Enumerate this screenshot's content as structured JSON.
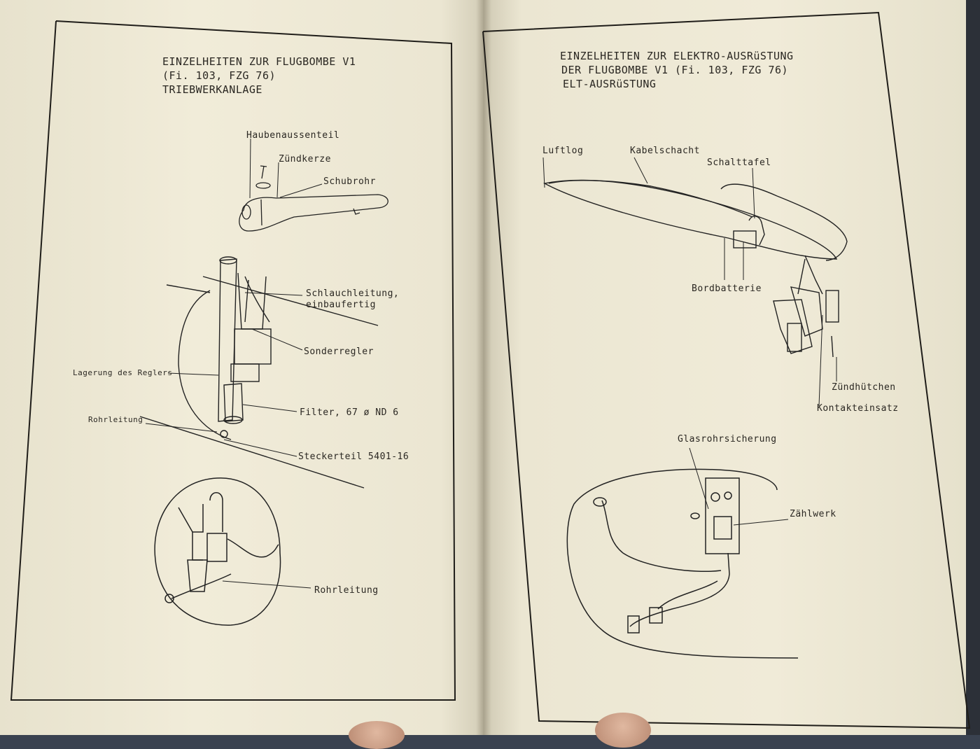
{
  "left_page": {
    "title_lines": [
      "EINZELHEITEN ZUR FLUGBOMBE V1",
      "(Fi. 103, FZG 76)",
      "TRIEBWERKANLAGE"
    ],
    "labels": {
      "haubenaussenteil": "Haubenaussenteil",
      "zuendkerze": "Zündkerze",
      "schubrohr": "Schubrohr",
      "schlauchleitung_1": "Schlauchleitung,",
      "schlauchleitung_2": "einbaufertig",
      "sonderregler": "Sonderregler",
      "lagerung": "Lagerung des Reglers",
      "filter": "Filter, 67 ø ND 6",
      "rohrleitung_top": "Rohrleitung",
      "steckerteil": "Steckerteil 5401-16",
      "rohrleitung_bottom": "Rohrleitung"
    }
  },
  "right_page": {
    "title_lines": [
      "EINZELHEITEN ZUR ELEKTRO-AUSRüSTUNG",
      "DER FLUGBOMBE V1 (Fi. 103, FZG 76)",
      "ELT-AUSRüSTUNG"
    ],
    "labels": {
      "luftlog": "Luftlog",
      "kabelschacht": "Kabelschacht",
      "schalttafel": "Schalttafel",
      "bordbatterie": "Bordbatterie",
      "zuendhuetchen": "Zündhütchen",
      "kontakteinsatz": "Kontakteinsatz",
      "glasrohrsicherung": "Glasrohrsicherung",
      "zaehlwerk": "Zählwerk"
    }
  }
}
